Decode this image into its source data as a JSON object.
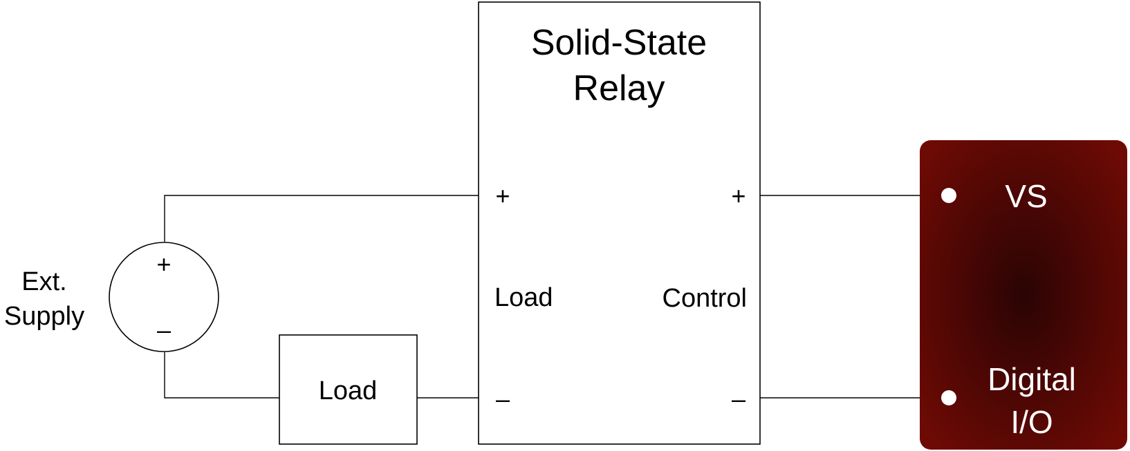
{
  "relay": {
    "title_line1": "Solid-State",
    "title_line2": "Relay",
    "load_plus": "+",
    "load_label": "Load",
    "load_minus": "–",
    "control_plus": "+",
    "control_label": "Control",
    "control_minus": "–"
  },
  "supply": {
    "label_line1": "Ext.",
    "label_line2": "Supply",
    "plus": "+",
    "minus": "–"
  },
  "load_box": {
    "label": "Load"
  },
  "device": {
    "vs_label": "VS",
    "dio_line1": "Digital",
    "dio_line2": "I/O",
    "gradient_center": "#2a0404",
    "gradient_edge": "#6e0a04"
  }
}
